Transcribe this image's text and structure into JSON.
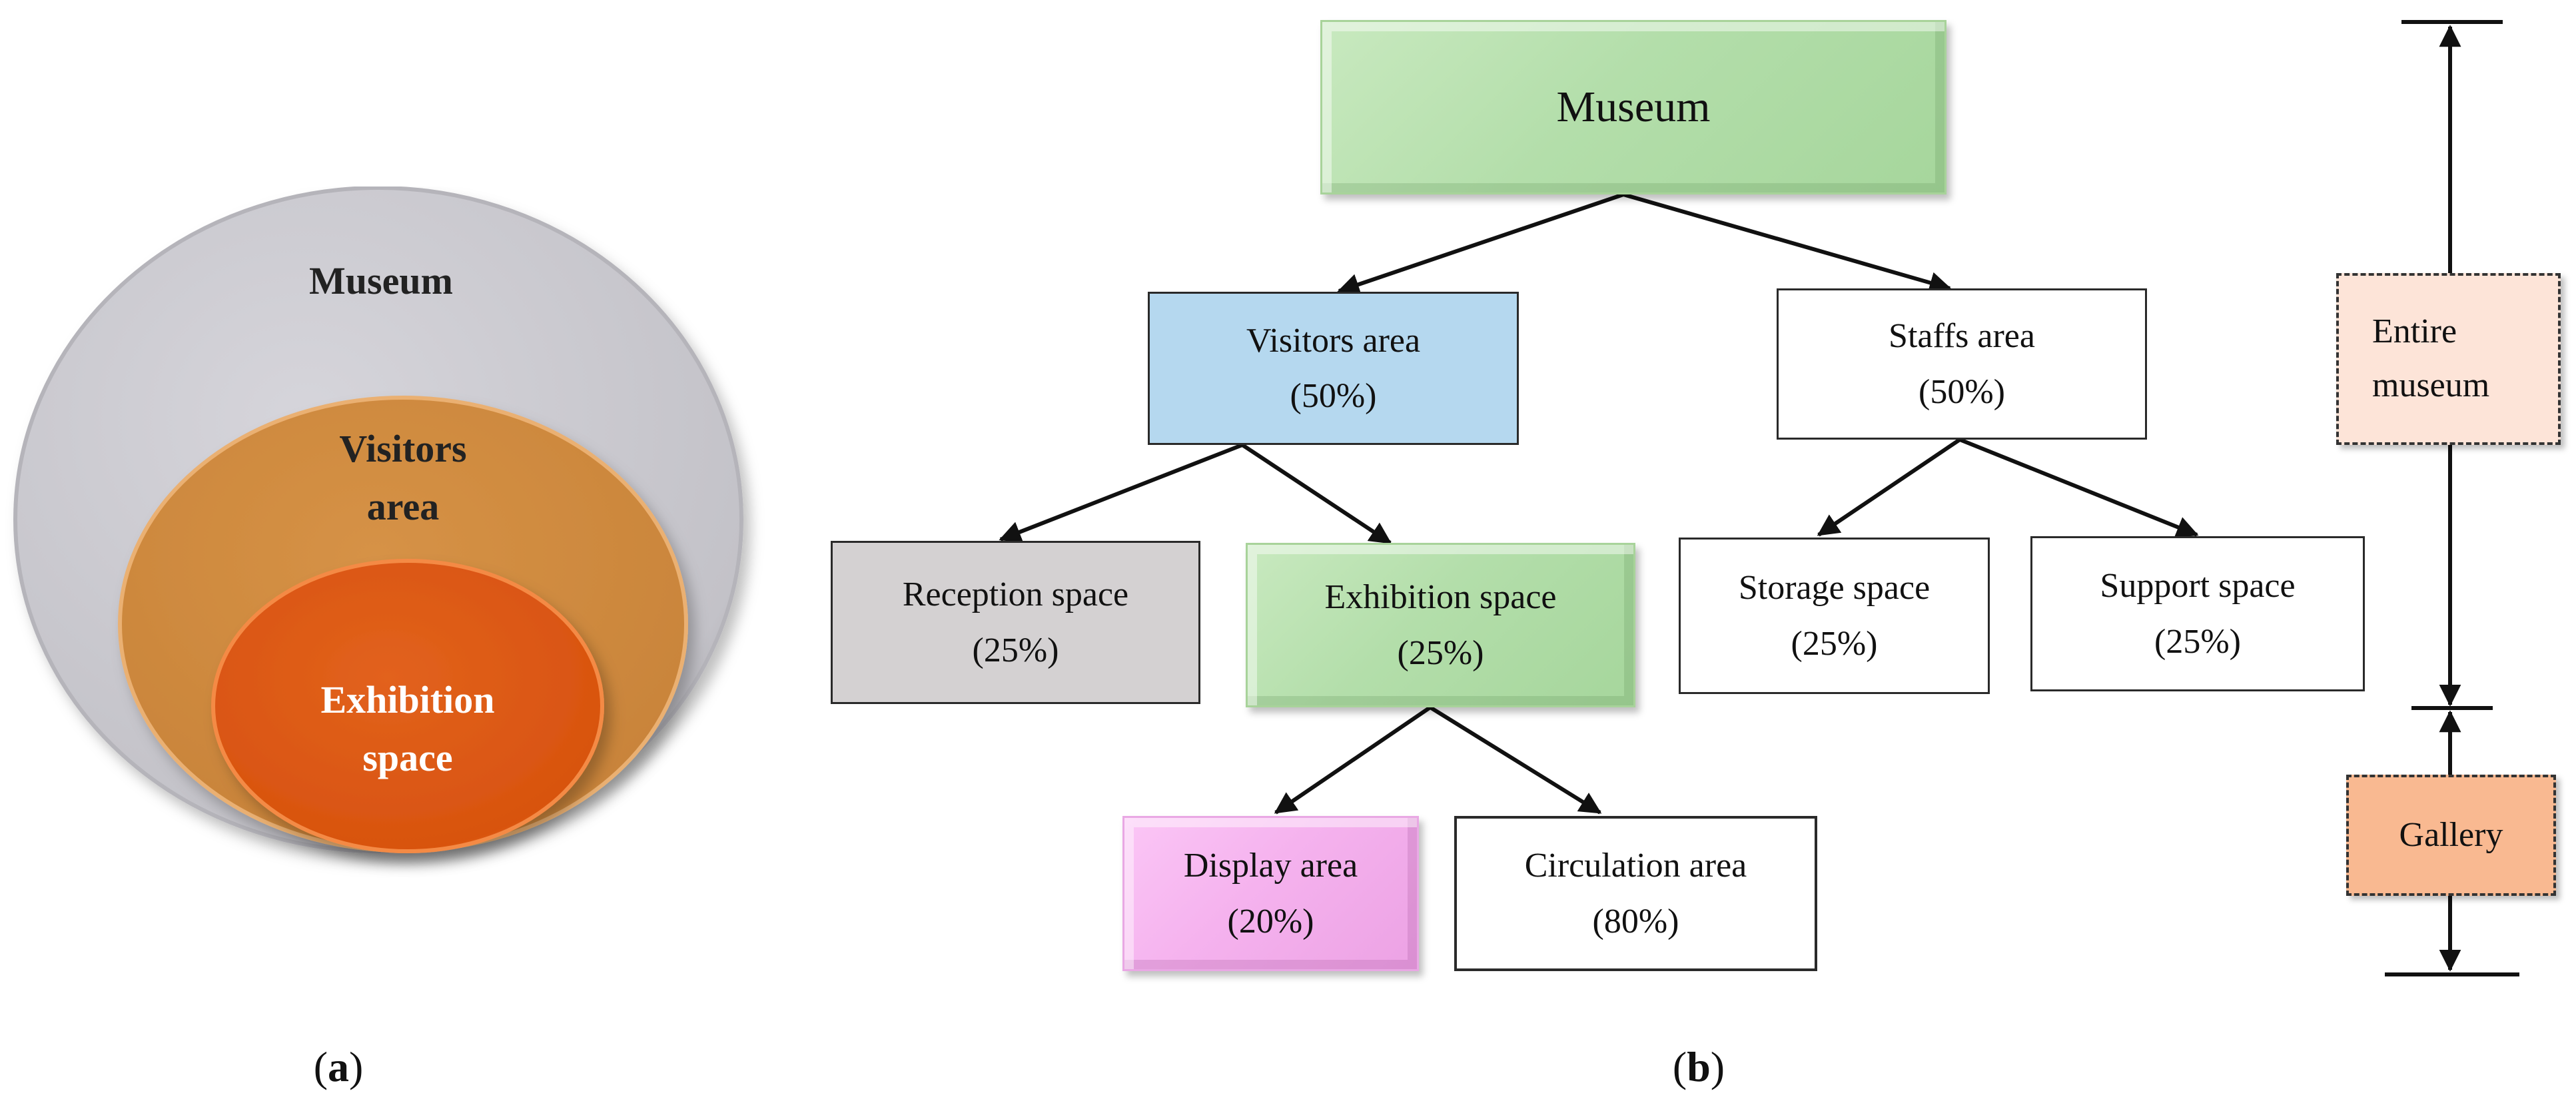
{
  "venn": {
    "outer_label": "Museum",
    "middle_label": [
      "Visitors",
      "area"
    ],
    "inner_label": [
      "Exhibition",
      "space"
    ],
    "colors": {
      "outer": "#c8c7cd",
      "middle": "#d08a3f",
      "inner": "#de5a16"
    }
  },
  "tree": {
    "root": {
      "lines": [
        "Museum"
      ]
    },
    "visitors": {
      "lines": [
        "Visitors area",
        "(50%)"
      ]
    },
    "staffs": {
      "lines": [
        "Staffs area",
        "(50%)"
      ]
    },
    "reception": {
      "lines": [
        "Reception space",
        "(25%)"
      ]
    },
    "exhibition": {
      "lines": [
        "Exhibition space",
        "(25%)"
      ]
    },
    "storage": {
      "lines": [
        "Storage space",
        "(25%)"
      ]
    },
    "support": {
      "lines": [
        "Support space",
        "(25%)"
      ]
    },
    "display": {
      "lines": [
        "Display area",
        "(20%)"
      ]
    },
    "circulation": {
      "lines": [
        "Circulation area",
        "(80%)"
      ]
    }
  },
  "scale": {
    "entire": {
      "lines": [
        "Entire",
        "museum"
      ]
    },
    "gallery": {
      "lines": [
        "Gallery"
      ]
    }
  },
  "captions": {
    "a": {
      "open": "(",
      "letter": "a",
      "close": ")"
    },
    "b": {
      "open": "(",
      "letter": "b",
      "close": ")"
    }
  }
}
